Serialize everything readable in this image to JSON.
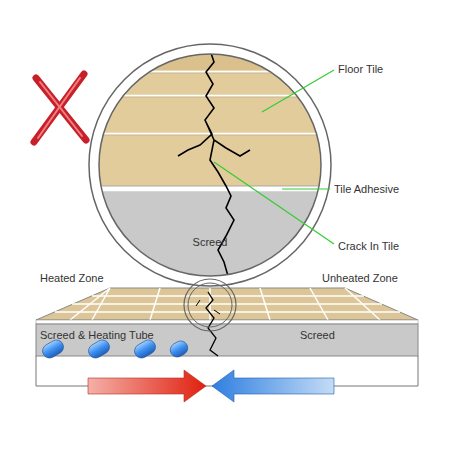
{
  "diagram": {
    "labels": [
      "Floor Tile",
      "Tile Adhesive",
      "Crack In Tile",
      "Screed",
      "Heated Zone",
      "Unheated Zone",
      "Screed & Heating Tube",
      "Screed"
    ]
  }
}
